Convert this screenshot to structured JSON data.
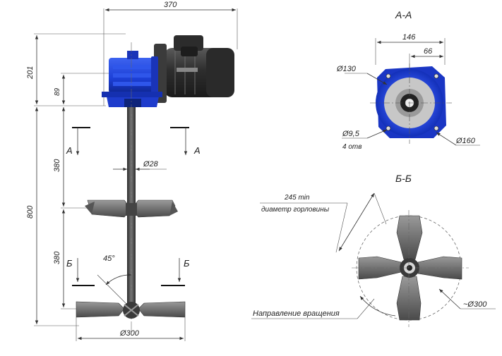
{
  "drawing": {
    "dimensions": {
      "overall_width": "370",
      "motor_height": "201",
      "gearbox_offset": "89",
      "shaft_length": "800",
      "upper_impeller_span": "380",
      "lower_impeller_span": "380",
      "shaft_diameter": "Ø28",
      "blade_angle": "45°",
      "impeller_diameter": "Ø300"
    },
    "section_labels": {
      "a_left": "А",
      "a_right": "А",
      "b_left": "Б",
      "b_right": "Б"
    },
    "view_aa": {
      "title": "А-А",
      "dim_width": "146",
      "dim_half": "66",
      "dim_d130": "Ø130",
      "dim_d160": "Ø160",
      "dim_holes_diameter": "Ø9,5",
      "dim_holes_count": "4 отв"
    },
    "view_bb": {
      "title": "Б-Б",
      "neck_min": "245 min",
      "neck_label": "диаметр горловины",
      "rotation_label": "Направление вращения",
      "approx_diameter": "~Ø300"
    }
  },
  "colors": {
    "motor_blue": "#1c3fd6",
    "dark_body": "#3c3c3c",
    "blade_grey": "#6b6b6b",
    "line": "#333333"
  }
}
